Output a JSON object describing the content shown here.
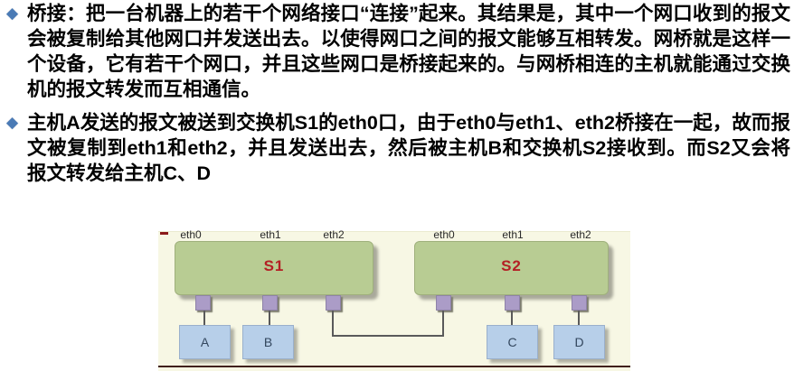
{
  "slide": {
    "bullets": [
      {
        "marker": "◆",
        "text": "桥接：把一台机器上的若干个网络接口“连接”起来。其结果是，其中一个网口收到的报文会被复制给其他网口并发送出去。以使得网口之间的报文能够互相转发。网桥就是这样一个设备，它有若干个网口，并且这些网口是桥接起来的。与网桥相连的主机就能通过交换机的报文转发而互相通信。"
      },
      {
        "marker": "◆",
        "text": "主机A发送的报文被送到交换机S1的eth0口，由于eth0与eth1、eth2桥接在一起，故而报文被复制到eth1和eth2，并且发送出去，然后被主机B和交换机S2接收到。而S2又会将报文转发给主机C、D"
      }
    ]
  },
  "diagram": {
    "switches": [
      {
        "name": "S1",
        "ports": [
          "eth0",
          "eth1",
          "eth2"
        ]
      },
      {
        "name": "S2",
        "ports": [
          "eth0",
          "eth1",
          "eth2"
        ]
      }
    ],
    "hosts": [
      "A",
      "B",
      "C",
      "D"
    ]
  },
  "colors": {
    "bullet": "#4a7ab5",
    "switch_fill": "#b8cc93",
    "switch_name": "#b42025",
    "port_fill": "#ab9cc7",
    "host_fill": "#b7cfe9",
    "diagram_bg": "#f7f7e4",
    "connector": "#5a5a5a",
    "divider": "#40201c"
  }
}
